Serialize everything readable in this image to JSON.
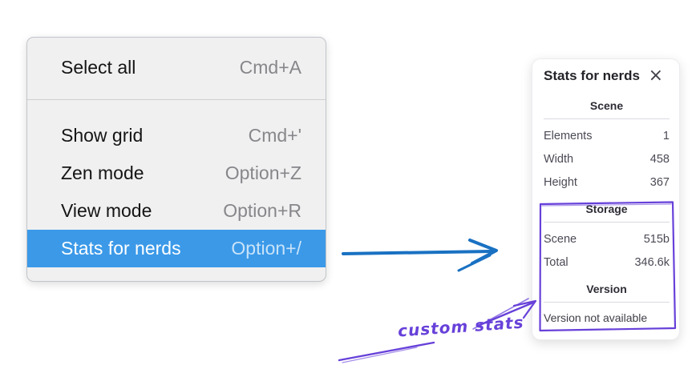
{
  "context_menu": {
    "items": [
      {
        "label": "Select all",
        "shortcut": "Cmd+A",
        "highlighted": false
      },
      {
        "label": "Show grid",
        "shortcut": "Cmd+'",
        "highlighted": false
      },
      {
        "label": "Zen mode",
        "shortcut": "Option+Z",
        "highlighted": false
      },
      {
        "label": "View mode",
        "shortcut": "Option+R",
        "highlighted": false
      },
      {
        "label": "Stats for nerds",
        "shortcut": "Option+/",
        "highlighted": true
      }
    ]
  },
  "stats_panel": {
    "title": "Stats for nerds",
    "close_icon": "×",
    "sections": [
      {
        "heading": "Scene",
        "rows": [
          {
            "label": "Elements",
            "value": "1"
          },
          {
            "label": "Width",
            "value": "458"
          },
          {
            "label": "Height",
            "value": "367"
          }
        ]
      },
      {
        "heading": "Storage",
        "rows": [
          {
            "label": "Scene",
            "value": "515b"
          },
          {
            "label": "Total",
            "value": "346.6k"
          }
        ]
      },
      {
        "heading": "Version",
        "note": "Version not available"
      }
    ]
  },
  "annotation": {
    "label": "custom stats"
  },
  "colors": {
    "menu_highlight": "#3b99e8",
    "flow_arrow": "#1971c2",
    "annotation_purple": "#6741d9"
  }
}
